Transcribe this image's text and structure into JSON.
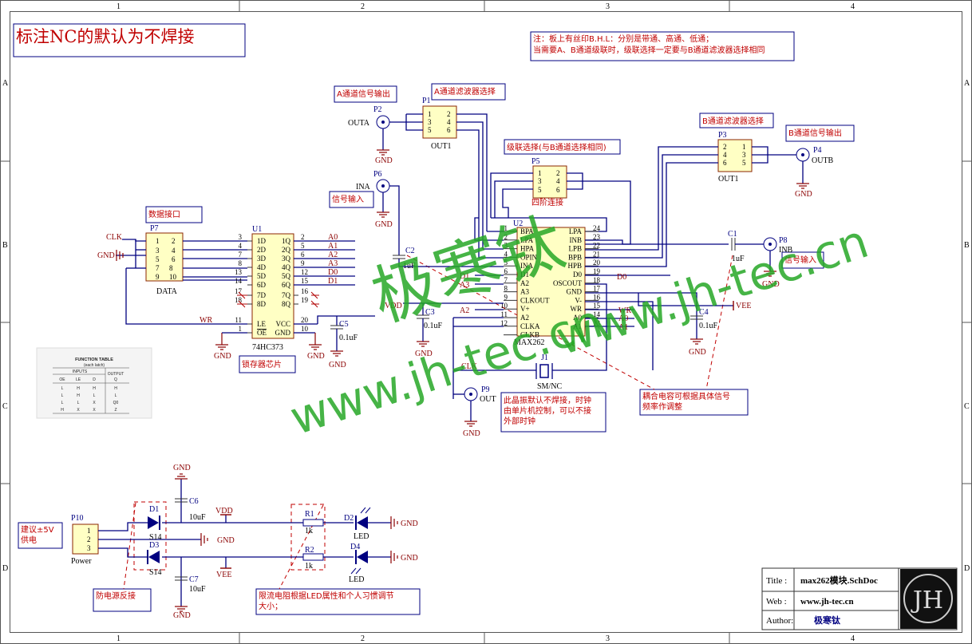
{
  "frame": {
    "cols": [
      "1",
      "2",
      "3",
      "4"
    ],
    "rows": [
      "A",
      "B",
      "C",
      "D"
    ]
  },
  "notes": {
    "nc_default": "标注NC的默认为不焊接",
    "filter_note_line1": "注：板上有丝印B.H.L：分别是带通、高通、低通；",
    "filter_note_line2": "当需要A、B通道级联时，级联选择一定要与B通道滤波器选择相同",
    "a_out": "A通道信号输出",
    "a_filter": "A通道滤波器选择",
    "cascade": "级联选择(与B通道选择相同)",
    "b_filter": "B通道滤波器选择",
    "b_out": "B通道信号输出",
    "signal_in_a": "信号输入",
    "signal_in_b": "信号输入",
    "data_port": "数据接口",
    "latch": "锁存器芯片",
    "crystal_line1": "此晶振默认不焊接，时钟",
    "crystal_line2": "由单片机控制，可以不接",
    "crystal_line3": "外部时钟",
    "coupling_line1": "耦合电容可根据具体信号",
    "coupling_line2": "频率作调整",
    "supply_line1": "建议±5V",
    "supply_line2": "供电",
    "reverse_protect": "防电源反接",
    "led_resistor_line1": "限流电阻根据LED属性和个人习惯调节",
    "led_resistor_line2": "大小；"
  },
  "parts": {
    "u1": {
      "ref": "U1",
      "value": "74HC373"
    },
    "u2": {
      "ref": "U2",
      "value": "MAX262"
    },
    "p1": {
      "ref": "P1",
      "value": "OUT1"
    },
    "p2": {
      "ref": "P2",
      "net": "OUTA"
    },
    "p3": {
      "ref": "P3",
      "value": "OUT1"
    },
    "p4": {
      "ref": "P4",
      "net": "OUTB"
    },
    "p5": {
      "ref": "P5",
      "value": "四阶连接"
    },
    "p6": {
      "ref": "P6",
      "net": "INA"
    },
    "p7": {
      "ref": "P7",
      "value": "DATA"
    },
    "p8": {
      "ref": "P8",
      "net": "INB"
    },
    "p9": {
      "ref": "P9",
      "net": "OUT"
    },
    "p10": {
      "ref": "P10",
      "value": "Power"
    },
    "c1": {
      "ref": "C1",
      "value": "1uF"
    },
    "c2": {
      "ref": "C2",
      "value": "1uF"
    },
    "c3": {
      "ref": "C3",
      "value": "0.1uF"
    },
    "c4": {
      "ref": "C4",
      "value": "0.1uF"
    },
    "c5": {
      "ref": "C5",
      "value": "0.1uF"
    },
    "c6": {
      "ref": "C6",
      "value": "10uF"
    },
    "c7": {
      "ref": "C7",
      "value": "10uF"
    },
    "d1": {
      "ref": "D1",
      "value": "S14"
    },
    "d2": {
      "ref": "D2",
      "value": "LED"
    },
    "d3": {
      "ref": "D3",
      "value": "S14"
    },
    "d4": {
      "ref": "D4",
      "value": "LED"
    },
    "r1": {
      "ref": "R1",
      "value": "1k"
    },
    "r2": {
      "ref": "R2",
      "value": "1k"
    },
    "j1": {
      "ref": "J1",
      "value": "SM/NC"
    }
  },
  "u1_left_pins": [
    {
      "num": "3",
      "name": "1D"
    },
    {
      "num": "4",
      "name": "2D"
    },
    {
      "num": "7",
      "name": "3D"
    },
    {
      "num": "8",
      "name": "4D"
    },
    {
      "num": "13",
      "name": "5D"
    },
    {
      "num": "14",
      "name": "6D"
    },
    {
      "num": "17",
      "name": "7D"
    },
    {
      "num": "18",
      "name": "8D"
    },
    {
      "num": "11",
      "name": "LE"
    },
    {
      "num": "1",
      "name": "OE"
    }
  ],
  "u1_right_pins": [
    {
      "num": "2",
      "name": "1Q",
      "net": "A0"
    },
    {
      "num": "5",
      "name": "2Q",
      "net": "A1"
    },
    {
      "num": "6",
      "name": "3Q",
      "net": "A2"
    },
    {
      "num": "9",
      "name": "4Q",
      "net": "A3"
    },
    {
      "num": "12",
      "name": "5Q",
      "net": "D0"
    },
    {
      "num": "15",
      "name": "6Q",
      "net": "D1"
    },
    {
      "num": "16",
      "name": "7Q",
      "net": ""
    },
    {
      "num": "19",
      "name": "8Q",
      "net": ""
    },
    {
      "num": "20",
      "name": "VCC",
      "net": ""
    },
    {
      "num": "10",
      "name": "GND",
      "net": ""
    }
  ],
  "u2_left_pins": [
    {
      "num": "1",
      "name": "BPA"
    },
    {
      "num": "2",
      "name": "LPA"
    },
    {
      "num": "3",
      "name": "HPA"
    },
    {
      "num": "4",
      "name": "OPIN"
    },
    {
      "num": "5",
      "name": "INA"
    },
    {
      "num": "6",
      "name": "D1"
    },
    {
      "num": "7",
      "name": "A2"
    },
    {
      "num": "8",
      "name": "A3"
    },
    {
      "num": "9",
      "name": "CLKOUT"
    },
    {
      "num": "10",
      "name": "V+"
    },
    {
      "num": "11",
      "name": "A2"
    },
    {
      "num": "12",
      "name": "CLKA"
    },
    {
      "num": "",
      "name": "CLKB"
    }
  ],
  "u2_right_pins": [
    {
      "num": "24",
      "name": "LPA"
    },
    {
      "num": "23",
      "name": "INB"
    },
    {
      "num": "22",
      "name": "LPB"
    },
    {
      "num": "21",
      "name": "BPB"
    },
    {
      "num": "20",
      "name": "HPB"
    },
    {
      "num": "19",
      "name": "D0"
    },
    {
      "num": "18",
      "name": "OSCOUT"
    },
    {
      "num": "17",
      "name": "GND"
    },
    {
      "num": "16",
      "name": "V-"
    },
    {
      "num": "15",
      "name": "WR"
    },
    {
      "num": "14",
      "name": "A0"
    },
    {
      "num": "13",
      "name": "A1"
    }
  ],
  "p7_pins": [
    {
      "l": "1",
      "r": "2"
    },
    {
      "l": "3",
      "r": "4"
    },
    {
      "l": "5",
      "r": "6"
    },
    {
      "l": "7",
      "r": "8"
    },
    {
      "l": "9",
      "r": "10"
    }
  ],
  "nets": {
    "clk": "CLK",
    "gnd": "GND",
    "wr": "WR",
    "vdd": "VDD",
    "vee": "VEE",
    "a2": "A2",
    "d0": "D0",
    "d1": "D1",
    "a3": "A3",
    "a0": "A0",
    "a1": "A1",
    "clk2": "CLK"
  },
  "function_table": {
    "title": "FUNCTION TABLE",
    "subtitle": "(each latch)",
    "inputs": "INPUTS",
    "output": "OUTPUT",
    "headers": [
      "OE",
      "LE",
      "D",
      "Q"
    ],
    "rows": [
      [
        "L",
        "H",
        "H",
        "H"
      ],
      [
        "L",
        "H",
        "L",
        "L"
      ],
      [
        "L",
        "L",
        "X",
        "Q0"
      ],
      [
        "H",
        "X",
        "X",
        "Z"
      ]
    ]
  },
  "title_block": {
    "title_label": "Title :",
    "title": "max262模块.SchDoc",
    "web_label": "Web :",
    "web": "www.jh-tec.cn",
    "author_label": "Author:",
    "author": "极寒钛",
    "logo": "JH"
  },
  "watermark": {
    "cn": "极寒钛",
    "url1": "www.jh-tec.cn",
    "url2": "www.jh-tec.cn"
  }
}
